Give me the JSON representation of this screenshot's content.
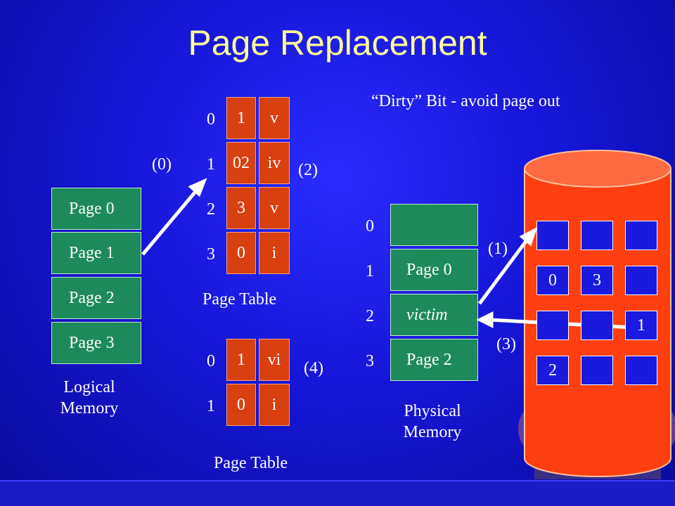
{
  "title": "Page Replacement",
  "dirty_note": "“Dirty” Bit - avoid page out",
  "logical_memory": {
    "pages": [
      "Page 0",
      "Page 1",
      "Page 2",
      "Page 3"
    ],
    "caption_line1": "Logical",
    "caption_line2": "Memory"
  },
  "page_table_top": {
    "rows": [
      {
        "index": "0",
        "frame": "1",
        "bit": "v"
      },
      {
        "index": "1",
        "frame": "02",
        "bit": "iv"
      },
      {
        "index": "2",
        "frame": "3",
        "bit": "v"
      },
      {
        "index": "3",
        "frame": "0",
        "bit": "i"
      }
    ],
    "caption": "Page Table"
  },
  "page_table_bottom": {
    "rows": [
      {
        "index": "0",
        "frame": "1",
        "bit": "vi"
      },
      {
        "index": "1",
        "frame": "0",
        "bit": "i"
      }
    ],
    "caption": "Page Table"
  },
  "physical_memory": {
    "indices": [
      "0",
      "1",
      "2",
      "3"
    ],
    "frames": [
      "",
      "Page 0",
      "victim",
      "Page 2"
    ],
    "caption_line1": "Physical",
    "caption_line2": "Memory"
  },
  "steps": {
    "s0": "(0)",
    "s1": "(1)",
    "s2": "(2)",
    "s3": "(3)",
    "s4": "(4)"
  },
  "disk": {
    "cells": [
      "",
      "",
      "",
      "0",
      "3",
      "",
      "",
      "",
      "1",
      "2",
      "",
      ""
    ]
  },
  "colors": {
    "background": "#1616d8",
    "title": "#ffff99",
    "green_box": "#1e8a5c",
    "orange_box": "#d9400f",
    "disk": "#ff3f10"
  }
}
